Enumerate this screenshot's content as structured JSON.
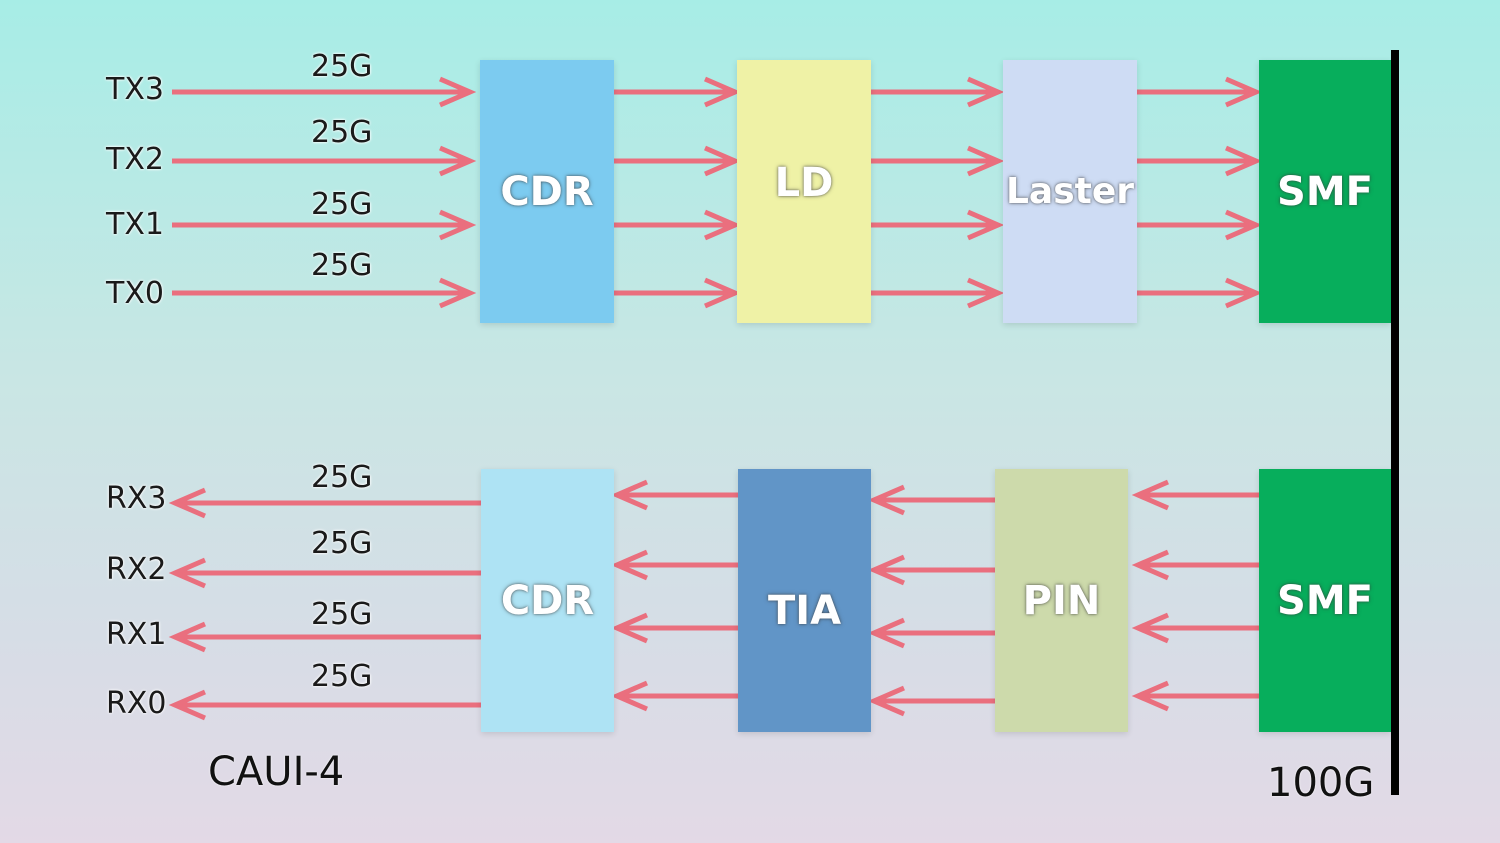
{
  "colors": {
    "arrow": "#ea6f7e",
    "cdr_tx": "#7ccbf0",
    "ld": "#eff2a6",
    "laster": "#cedcf4",
    "smf": "#07ae5c",
    "cdr_rx": "#aee3f4",
    "tia": "#6195c7",
    "pin": "#cddaab"
  },
  "tx": {
    "lanes": [
      "TX3",
      "TX2",
      "TX1",
      "TX0"
    ],
    "rates": [
      "25G",
      "25G",
      "25G",
      "25G"
    ],
    "blocks": [
      "CDR",
      "LD",
      "Laster",
      "SMF"
    ]
  },
  "rx": {
    "lanes": [
      "RX3",
      "RX2",
      "RX1",
      "RX0"
    ],
    "rates": [
      "25G",
      "25G",
      "25G",
      "25G"
    ],
    "blocks": [
      "CDR",
      "TIA",
      "PIN",
      "SMF"
    ]
  },
  "captions": {
    "interface": "CAUI-4",
    "total_rate": "100G"
  }
}
